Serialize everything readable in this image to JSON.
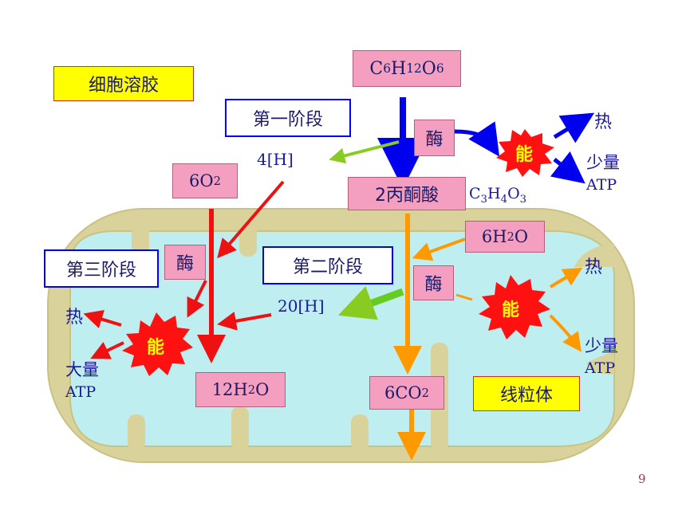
{
  "labels": {
    "cytosol": "细胞溶胶",
    "stage1": "第一阶段",
    "stage2": "第二阶段",
    "stage3": "第三阶段",
    "mitochondria": "线粒体"
  },
  "molecules": {
    "glucose": {
      "main": "C",
      "s1": "6",
      "m2": "H",
      "s2": "12",
      "m3": "O",
      "s3": "6"
    },
    "h4": "4[H]",
    "pyruvate": "2丙酮酸",
    "pyruvate_formula": {
      "m1": "C",
      "s1": "3",
      "m2": "H",
      "s2": "4",
      "m3": "O",
      "s3": "3"
    },
    "o2": {
      "pre": "6O",
      "sub": "2"
    },
    "h2o_in": {
      "pre": "6H",
      "sub": "2",
      "post": "O"
    },
    "h20": "20[H]",
    "h2o_out": {
      "pre": "12H",
      "sub": "2",
      "post": "O"
    },
    "co2": {
      "pre": "6CO",
      "sub": "2"
    }
  },
  "enzyme": "酶",
  "energy": "能",
  "heat": "热",
  "atp_small": {
    "l1": "少量",
    "l2": "ATP"
  },
  "atp_large": {
    "l1": "大量",
    "l2": "ATP"
  },
  "page_number": "9",
  "colors": {
    "pink_box": "#f59fc0",
    "yellow_box": "#ffff00",
    "stage_border": "#0000ff",
    "stage1_arrow": "#0000ee",
    "stage2_arrow": "#ff9900",
    "stage3_arrow": "#ee1111",
    "green_arrow": "#88cc22",
    "energy_star": "#ff1111",
    "membrane": "#d9d29a",
    "matrix": "#bfeef0"
  }
}
